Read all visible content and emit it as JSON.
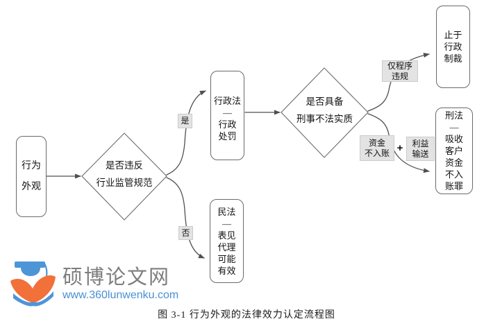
{
  "figure": {
    "caption": "图 3-1 行为外观的法律效力认定流程图"
  },
  "nodes": {
    "appearance": "行为\n外观",
    "decision_regulatory": "是否违反\n行业监管规范",
    "admin_law": "行政法\n—\n行政\n处罚",
    "decision_criminal": "是否具备\n刑事不法实质",
    "admin_sanction": "止于\n行政\n制裁",
    "criminal_law": "刑法\n—\n吸收\n客户\n资金\n不入\n账罪",
    "civil_law": "民法\n—\n表见\n代理\n可能\n有效"
  },
  "edge_labels": {
    "yes": "是",
    "no": "否",
    "procedural_only": "仅程序\n违规",
    "funds_unrecorded": "资金\n不入账",
    "plus": "+",
    "benefit_transfer": "利益\n输送"
  },
  "watermark": {
    "site_name": "硕博论文网",
    "site_url": "www.360lunwenku.com"
  },
  "colors": {
    "connector": "#4f4f4f",
    "node_border": "#6a6a6a",
    "label_bg": "#e3e3e3",
    "logo_blue": "#4e95d8",
    "logo_orange": "#f2703a",
    "url_blue": "#4a90d2"
  }
}
